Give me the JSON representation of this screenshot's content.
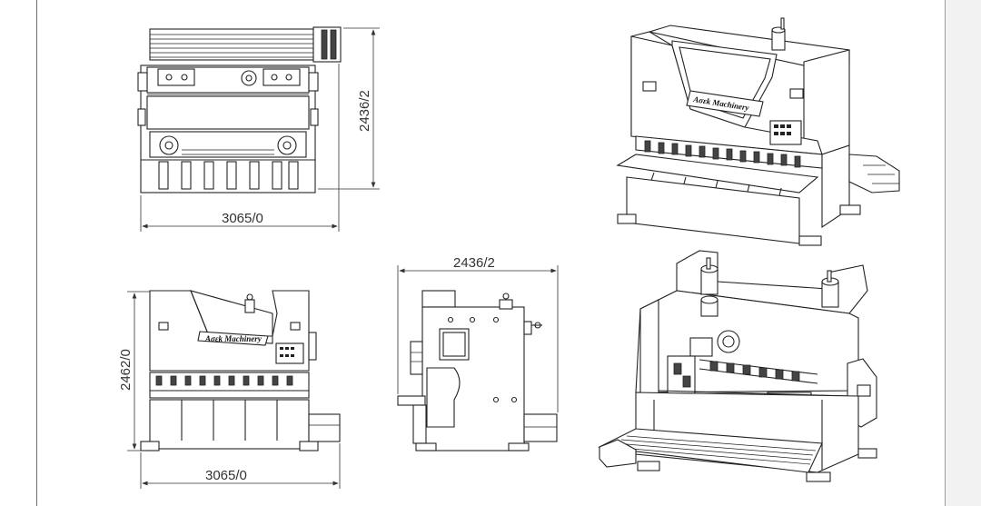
{
  "dimensions": {
    "front_top_width": "3065/0",
    "front_top_height": "2436/2",
    "front_bottom_width": "3065/0",
    "front_bottom_height": "2462/0",
    "side_width": "2436/2"
  },
  "branding": {
    "plate_text": "Ασεk Μachinery"
  },
  "colors": {
    "line": "#222222",
    "dimension": "#333333",
    "frame_border": "#6e6e6e",
    "right_margin": "#f2f2f2"
  }
}
